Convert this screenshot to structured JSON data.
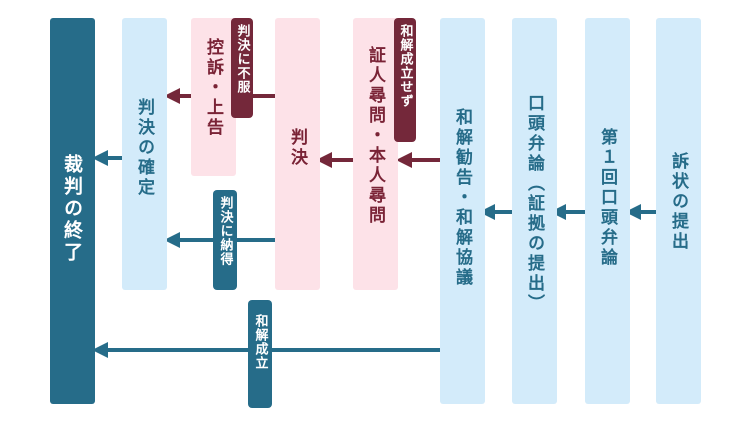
{
  "columns": {
    "sojo": "訴状の提出",
    "dai1": "第１回口頭弁論",
    "kotoben": "口頭弁論（証拠の提出）",
    "wakai": "和解勧告・和解協議",
    "jinmon": "証人尋問・本人尋問",
    "hanketsu": "判決",
    "koso": "控訴・上告",
    "kakutei": "判決の確定",
    "shuryo": "裁判の終了"
  },
  "labels": {
    "wakai_fusei": "和解成立せず",
    "hanketsu_fufuku": "判決に不服",
    "hanketsu_nattoku": "判決に納得",
    "wakai_seiritsu": "和解成立"
  },
  "colors": {
    "teal": "#266c89",
    "maroon": "#74283a",
    "light_blue": "#d3ebfa",
    "light_pink": "#fde2e8"
  }
}
